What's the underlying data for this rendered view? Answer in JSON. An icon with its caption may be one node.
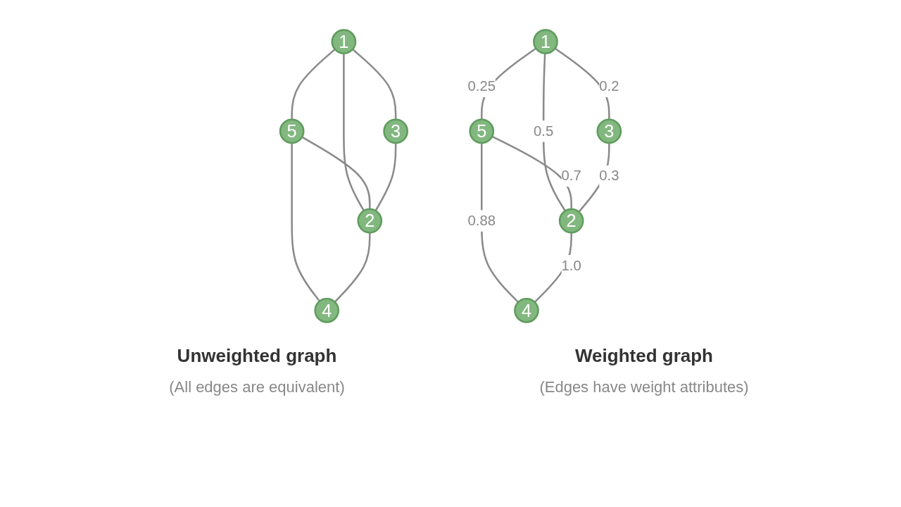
{
  "diagram": {
    "nodes": [
      {
        "text": [
          "1"
        ]
      },
      {
        "text": [
          "5"
        ]
      },
      {
        "text": [
          "4"
        ]
      },
      {
        "text": [
          "3"
        ]
      },
      {
        "text": [
          "2"
        ]
      },
      {
        "text": [
          "1"
        ]
      },
      {
        "text": [
          "5"
        ]
      },
      {
        "text": [
          "4"
        ]
      },
      {
        "text": [
          "3"
        ]
      },
      {
        "text": [
          "2"
        ]
      }
    ],
    "edges": [
      {
        "from": 0,
        "to": 1,
        "arrow": "none"
      },
      {
        "from": 0,
        "to": 3,
        "arrow": "none"
      },
      {
        "from": 0,
        "to": 4,
        "arrow": "none"
      },
      {
        "from": 1,
        "to": 4,
        "arrow": "none"
      },
      {
        "from": 1,
        "to": 2,
        "arrow": "none"
      },
      {
        "from": 3,
        "to": 4,
        "arrow": "none"
      },
      {
        "from": 4,
        "to": 2,
        "arrow": "none"
      },
      {
        "from": 5,
        "to": 6,
        "arrow": "none",
        "label": "0.25"
      },
      {
        "from": 5,
        "to": 8,
        "arrow": "none",
        "label": "0.2"
      },
      {
        "from": 5,
        "to": 9,
        "arrow": "none",
        "label": "0.5"
      },
      {
        "from": 6,
        "to": 9,
        "arrow": "none",
        "label": "0.7"
      },
      {
        "from": 6,
        "to": 7,
        "arrow": "none",
        "label": "0.88"
      },
      {
        "from": 8,
        "to": 9,
        "arrow": "none",
        "label": "0.3"
      },
      {
        "from": 9,
        "to": 7,
        "arrow": "none",
        "label": "1.0"
      }
    ],
    "labels": [
      "Unweighted graph",
      "(All edges are equivalent)",
      "Weighted graph",
      "(Edges have weight attributes)"
    ]
  }
}
